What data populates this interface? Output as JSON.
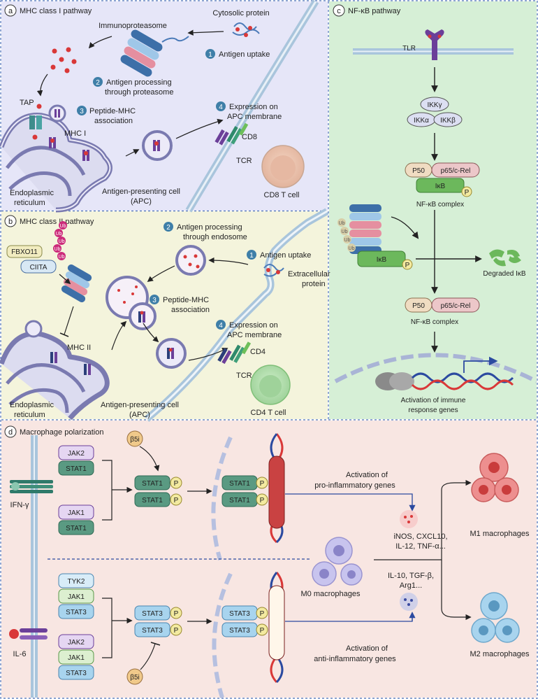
{
  "panel_a": {
    "letter": "a",
    "title": "MHC class I pathway",
    "cytosolic_protein": "Cytosolic protein",
    "immunoproteasome": "Immunoproteasome",
    "step1_num": "1",
    "step1": "Antigen uptake",
    "step2_num": "2",
    "step2_line1": "Antigen processing",
    "step2_line2": "through proteasome",
    "step3_num": "3",
    "step3_line1": "Peptide-MHC",
    "step3_line2": "association",
    "step4_num": "4",
    "step4_line1": "Expression on",
    "step4_line2": "APC membrane",
    "tap": "TAP",
    "mhc": "MHC I",
    "cd": "CD8",
    "tcr": "TCR",
    "er_line1": "Endoplasmic",
    "er_line2": "reticulum",
    "apc_line1": "Antigen-presenting cell",
    "apc_line2": "(APC)",
    "tcell": "CD8 T cell"
  },
  "panel_b": {
    "letter": "b",
    "title": "MHC class II pathway",
    "ub": "Ub",
    "fbxo11": "FBXO11",
    "ciita": "CIITA",
    "step1_num": "1",
    "step1": "Antigen uptake",
    "step2_num": "2",
    "step2_line1": "Antigen processing",
    "step2_line2": "through endosome",
    "step3_num": "3",
    "step3_line1": "Peptide-MHC",
    "step3_line2": "association",
    "step4_num": "4",
    "step4_line1": "Expression on",
    "step4_line2": "APC membrane",
    "extracellular_line1": "Extracellular",
    "extracellular_line2": "protein",
    "mhc": "MHC II",
    "cd": "CD4",
    "tcr": "TCR",
    "er_line1": "Endoplasmic",
    "er_line2": "reticulum",
    "apc_line1": "Antigen-presenting cell",
    "apc_line2": "(APC)",
    "tcell": "CD4 T cell"
  },
  "panel_c": {
    "letter": "c",
    "title": "NF-κB pathway",
    "tlr": "TLR",
    "ikkg": "IKKγ",
    "ikka": "IKKα",
    "ikkb": "IKKβ",
    "p50": "P50",
    "p65": "p65/c-Rel",
    "ikb": "IκB",
    "p": "P",
    "complex": "NF-κB complex",
    "ub": "Ub",
    "degraded": "Degraded IκB",
    "activation_line1": "Activation of immune",
    "activation_line2": "response genes"
  },
  "panel_d": {
    "letter": "d",
    "title": "Macrophage polarization",
    "ifn": "IFN-γ",
    "il6": "IL-6",
    "jak2": "JAK2",
    "jak1": "JAK1",
    "tyk2": "TYK2",
    "stat1": "STAT1",
    "stat3": "STAT3",
    "p": "P",
    "b5i": "β5i",
    "pro_line1": "Activation of",
    "pro_line2": "pro-inflammatory genes",
    "anti_line1": "Activation of",
    "anti_line2": "anti-inflammatory genes",
    "m1_cytokines_line1": "iNOS, CXCL10,",
    "m1_cytokines_line2": "IL-12, TNF-α...",
    "m2_cytokines_line1": "IL-10, TGF-β,",
    "m2_cytokines_line2": "Arg1...",
    "m0": "M0 macrophages",
    "m1": "M1 macrophages",
    "m2": "M2 macrophages"
  },
  "colors": {
    "panel_a_bg": "#e6e6f8",
    "panel_b_bg": "#f4f4dc",
    "panel_c_bg": "#d6efd6",
    "panel_d_bg": "#f8e6e2",
    "step_circle": "#3f7fa8",
    "membrane": "#a9c5dc",
    "stat_green": "#5a9a82",
    "stat_blue": "#a8d4ee",
    "jak_purple": "#e5d6f2",
    "phospho": "#f3eaa0",
    "ikb_green": "#6cb85c",
    "p50_fill": "#f0dcc2",
    "p65_fill": "#ecc7c9",
    "arrow_blue": "#2b4aa0",
    "red_dot": "#d93838"
  }
}
